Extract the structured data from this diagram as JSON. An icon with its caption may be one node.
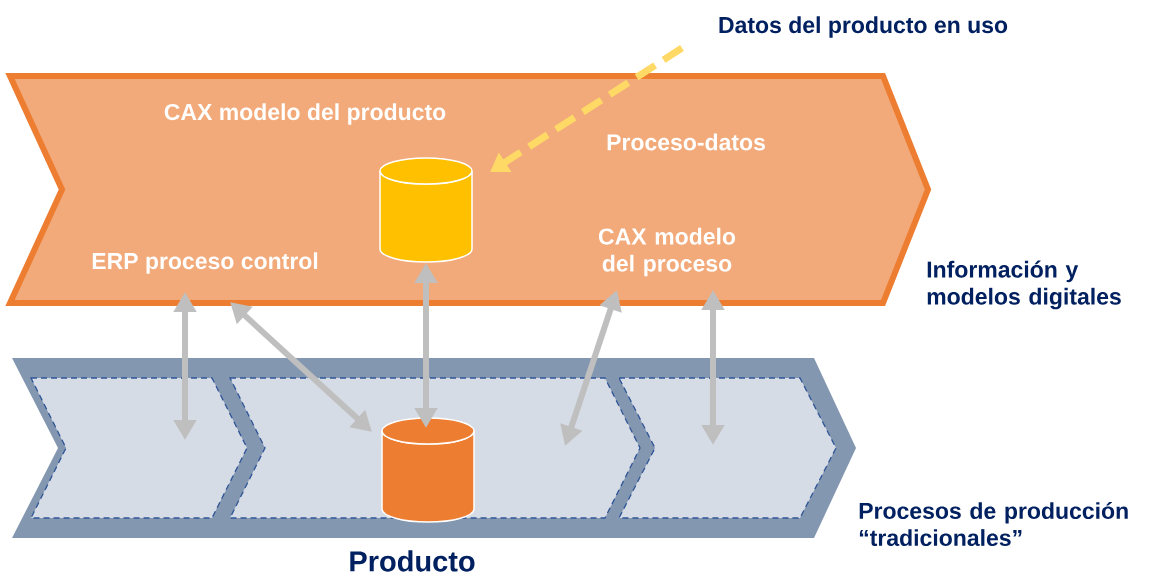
{
  "diagram": {
    "nodes": [
      {
        "text": [
          "CAX modelo del producto",
          "Proceso-datos",
          "ERP proceso control",
          "CAX modelo del proceso"
        ],
        "beside": [
          "Información y modelos digitales"
        ]
      },
      {
        "text": [],
        "shape": "cylinder",
        "in": 0
      },
      {
        "text": [],
        "shape": "box",
        "beside": [
          "Procesos de producción “tradicionales”"
        ]
      },
      {
        "text": [],
        "shape": "box",
        "in": 2
      },
      {
        "text": [],
        "shape": "box",
        "in": 2
      },
      {
        "text": [],
        "shape": "box",
        "in": 2
      },
      {
        "text": [],
        "shape": "cylinder",
        "in": 4
      },
      {
        "text": [
          "Datos del producto en uso"
        ]
      }
    ],
    "edges": [
      {
        "from": 0,
        "to": 3,
        "arrow": "both"
      },
      {
        "from": 0,
        "to": 6,
        "arrow": "both"
      },
      {
        "from": 1,
        "to": 6,
        "arrow": "both"
      },
      {
        "from": 0,
        "to": 4,
        "arrow": "both"
      },
      {
        "from": 0,
        "to": 5,
        "arrow": "both"
      },
      {
        "from": 7,
        "to": 1,
        "arrow": "to",
        "style": "dashed",
        "color": "#ffd966"
      }
    ],
    "labels": [
      "Producto"
    ]
  }
}
